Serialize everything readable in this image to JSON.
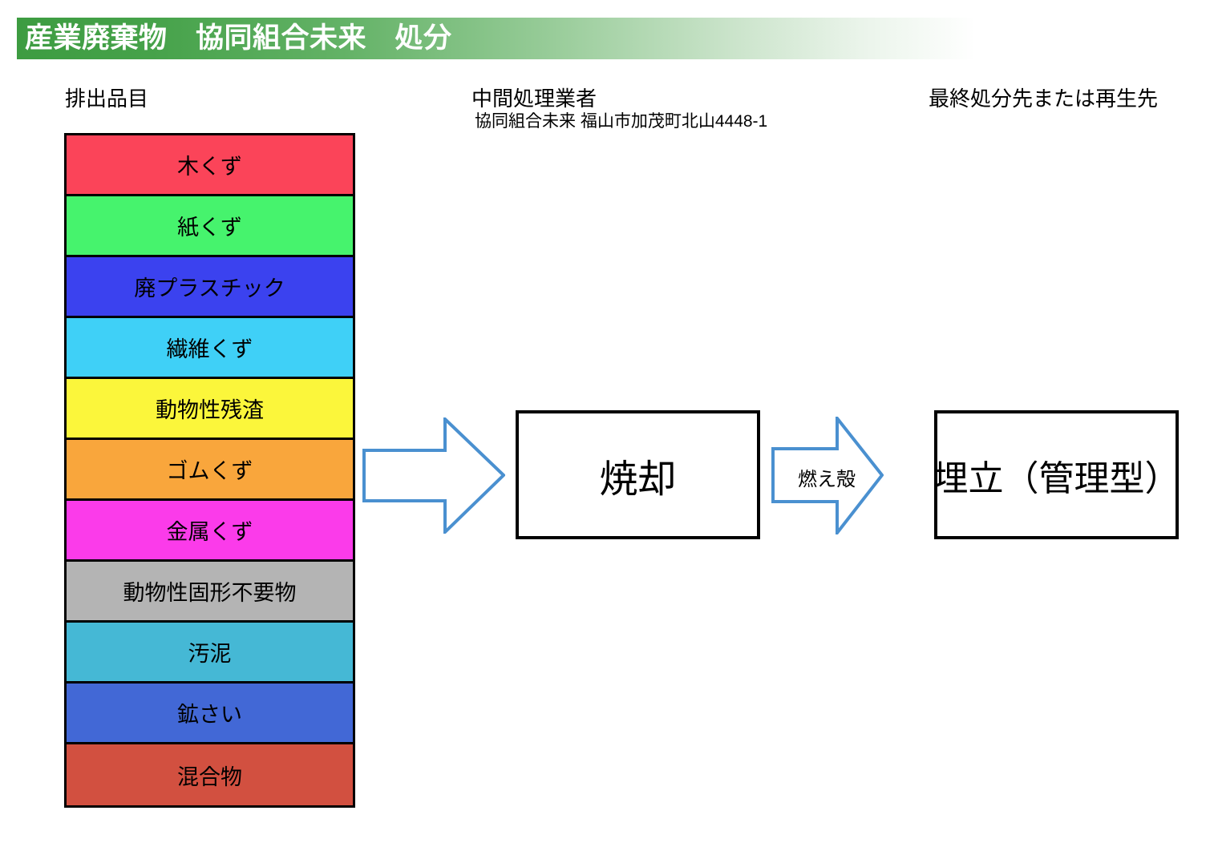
{
  "header": {
    "title": "産業廃棄物　協同組合未来　処分",
    "bar_color_start": "#3d9c41",
    "bar_color_end": "#ffffff",
    "title_color": "#ffffff"
  },
  "columns": {
    "emission_heading": "排出品目",
    "intermediate_heading": "中間処理業者",
    "intermediate_subheading": "協同組合未来 福山市加茂町北山4448-1",
    "final_heading": "最終処分先または再生先"
  },
  "waste_items": [
    {
      "label": "木くず",
      "color": "#fb4459"
    },
    {
      "label": "紙くず",
      "color": "#46f36d"
    },
    {
      "label": "廃プラスチック",
      "color": "#3b42ef"
    },
    {
      "label": "繊維くず",
      "color": "#3fd0f7"
    },
    {
      "label": "動物性残渣",
      "color": "#fbf63b"
    },
    {
      "label": "ゴムくず",
      "color": "#f9a63c"
    },
    {
      "label": "金属くず",
      "color": "#fb3bea"
    },
    {
      "label": "動物性固形不要物",
      "color": "#b4b4b4"
    },
    {
      "label": "汚泥",
      "color": "#45b8d5"
    },
    {
      "label": "鉱さい",
      "color": "#4268d6"
    },
    {
      "label": "混合物",
      "color": "#d25040"
    }
  ],
  "flow": {
    "process_box": "焼却",
    "destination_box": "埋立（管理型）",
    "residue_arrow_label": "燃え殻",
    "arrow_stroke_color": "#4a90d0",
    "arrow_fill_color": "#ffffff",
    "box_border_color": "#000000"
  }
}
